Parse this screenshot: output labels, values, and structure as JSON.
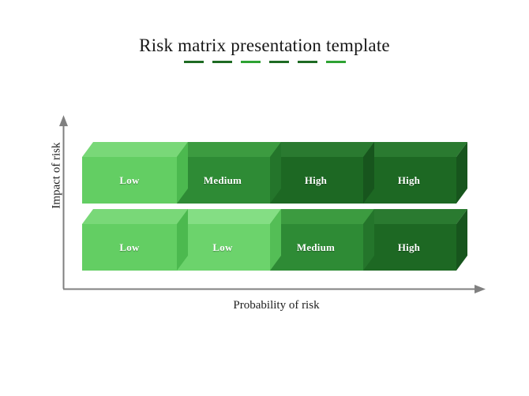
{
  "title": {
    "text": "Risk matrix presentation template",
    "underline_dashes": [
      {
        "color": "#1e6b23"
      },
      {
        "color": "#1e6b23"
      },
      {
        "color": "#2ea233"
      },
      {
        "color": "#1e6b23"
      },
      {
        "color": "#1e6b23"
      },
      {
        "color": "#2ea233"
      }
    ]
  },
  "axes": {
    "y_label": "Impact of risk",
    "x_label": "Probability of risk",
    "line_color": "#808080",
    "y_arrow_icon": "arrow-up-icon",
    "x_arrow_icon": "arrow-right-icon"
  },
  "chart_data": {
    "type": "heatmap",
    "title": "Risk matrix presentation template",
    "xlabel": "Probability of risk",
    "ylabel": "Impact of risk",
    "grid": false,
    "legend": "none",
    "rows": [
      {
        "row_index": 0,
        "impact_level": "high-impact",
        "cells": [
          {
            "label": "Low",
            "severity": "low",
            "top": "#79D878",
            "front": "#63CE63",
            "side": "#4CB94F"
          },
          {
            "label": "Medium",
            "severity": "medium",
            "top": "#3C9B40",
            "front": "#2E8B35",
            "side": "#24752B"
          },
          {
            "label": "High",
            "severity": "high",
            "top": "#2A7A30",
            "front": "#1D6823",
            "side": "#17551D"
          },
          {
            "label": "High",
            "severity": "high",
            "top": "#2A7A30",
            "front": "#1D6823",
            "side": "#17551D"
          }
        ]
      },
      {
        "row_index": 1,
        "impact_level": "low-impact",
        "cells": [
          {
            "label": "Low",
            "severity": "low",
            "top": "#79D878",
            "front": "#63CE63",
            "side": "#4CB94F"
          },
          {
            "label": "Low",
            "severity": "low",
            "top": "#84DE84",
            "front": "#6CD36C",
            "side": "#54BE56"
          },
          {
            "label": "Medium",
            "severity": "medium",
            "top": "#3C9B40",
            "front": "#2E8B35",
            "side": "#24752B"
          },
          {
            "label": "High",
            "severity": "high",
            "top": "#2A7A30",
            "front": "#1D6823",
            "side": "#17551D"
          }
        ]
      }
    ]
  }
}
